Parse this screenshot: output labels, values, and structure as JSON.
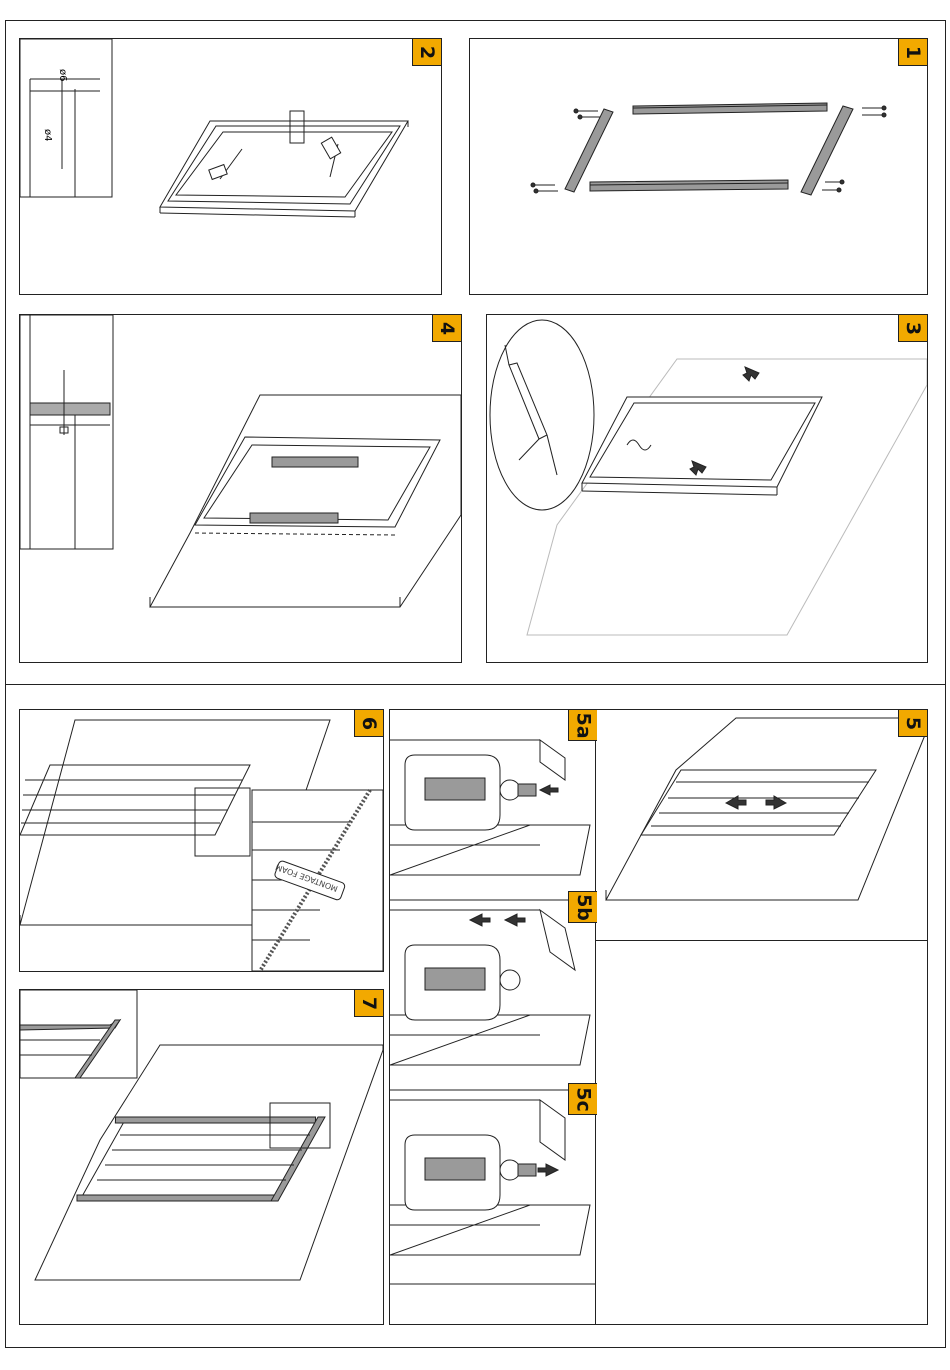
{
  "document": {
    "steps": {
      "s1": "1",
      "s2": "2",
      "s3": "3",
      "s4": "4",
      "s5": "5",
      "s5a": "5a",
      "s5b": "5b",
      "s5c": "5c",
      "s6": "6",
      "s7": "7"
    },
    "detail_labels": {
      "drill_large": "ø6",
      "drill_small": "ø4",
      "foam_can": "MONTAGE FOAM"
    },
    "colors": {
      "step_badge": "#f2a900",
      "line": "#222222"
    }
  }
}
